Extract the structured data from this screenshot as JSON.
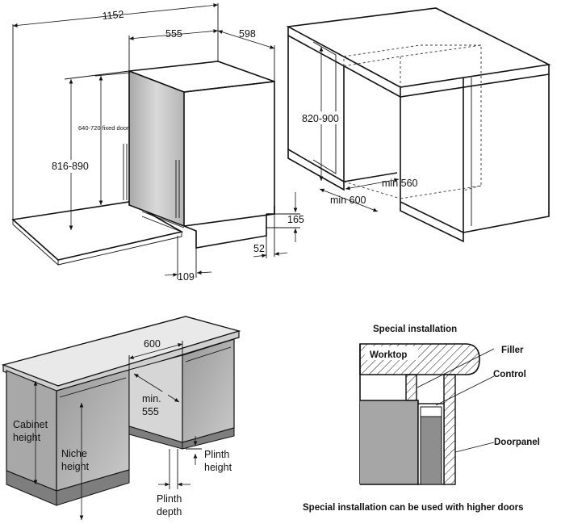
{
  "top": {
    "dim_total_width": "1152",
    "dim_depth": "555",
    "dim_width": "598",
    "dim_fixed_door": "640-720 fixed door",
    "dim_height": "816-890",
    "dim_plinth_height": "165",
    "dim_plinth_setback": "52",
    "dim_door_offset": "109",
    "dim_niche_height": "820-900",
    "dim_niche_width": "min 560",
    "dim_niche_depth": "min 600"
  },
  "bottom_left": {
    "dim_width": "600",
    "dim_min_depth": "min.\n555",
    "label_cabinet_height_1": "Cabinet",
    "label_cabinet_height_2": "height",
    "label_niche_height_1": "Niche",
    "label_niche_height_2": "height",
    "label_plinth_height_1": "Plinth",
    "label_plinth_height_2": "height",
    "label_plinth_depth_1": "Plinth",
    "label_plinth_depth_2": "depth"
  },
  "bottom_right": {
    "title": "Special installation",
    "label_worktop": "Worktop",
    "label_filler": "Filler",
    "label_control": "Control",
    "label_doorpanel": "Doorpanel",
    "caption": "Special installation can be used with higher doors"
  }
}
